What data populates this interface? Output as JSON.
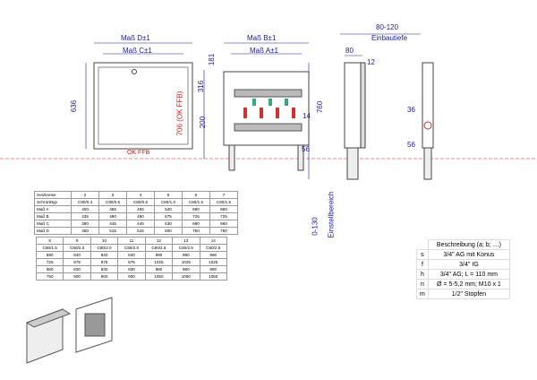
{
  "front_view": {
    "dim_d": "Maß D±1",
    "dim_c": "Maß C±1",
    "height": "636",
    "floor": "OK FFB"
  },
  "open_view": {
    "dim_b": "Maß B±1",
    "dim_a": "Maß A±1",
    "d181": "181",
    "d316": "316",
    "d200": "200",
    "d706": "706 (OK FFB)",
    "d760": "760",
    "d14": "14",
    "d56": "56",
    "adjust": "0-130",
    "adjust_label": "Einstellbereich"
  },
  "side_view": {
    "depth": "80-120",
    "depth_label": "Einbautiefe",
    "d80": "80",
    "d12": "12",
    "d36": "36",
    "d56": "56"
  },
  "table1": {
    "rows": [
      [
        "Heizkreise",
        "2",
        "3",
        "4",
        "5",
        "6",
        "7"
      ],
      [
        "Schranktyp",
        "C80/0.4",
        "C80/0.5",
        "C80/0.5",
        "C80/1.0",
        "C80/1.5",
        "C80/1.5"
      ],
      [
        "Maß A",
        "400",
        "455",
        "455",
        "540",
        "690",
        "690"
      ],
      [
        "Maß B",
        "435",
        "490",
        "490",
        "575",
        "725",
        "725"
      ],
      [
        "Maß C",
        "390",
        "445",
        "445",
        "530",
        "680",
        "680"
      ],
      [
        "Maß D",
        "460",
        "515",
        "515",
        "600",
        "750",
        "750"
      ]
    ]
  },
  "table2": {
    "rows": [
      [
        "8",
        "9",
        "10",
        "11",
        "12",
        "13",
        "14"
      ],
      [
        "C80/1.5",
        "C80/2.0",
        "C80/2.0",
        "C80/2.0",
        "C80/2.5",
        "C80/2.5",
        "C80/2.5"
      ],
      [
        "690",
        "840",
        "840",
        "840",
        "990",
        "990",
        "990"
      ],
      [
        "725",
        "875",
        "875",
        "875",
        "1025",
        "1025",
        "1025"
      ],
      [
        "680",
        "830",
        "830",
        "830",
        "980",
        "980",
        "980"
      ],
      [
        "750",
        "900",
        "900",
        "900",
        "1050",
        "1050",
        "1050"
      ]
    ]
  },
  "legend": {
    "header": "Beschreibung (a; b; …)",
    "rows": [
      [
        "s",
        "3/4\" AG mit Konus"
      ],
      [
        "f",
        "3/4\" IG"
      ],
      [
        "h",
        "3/4\" AG; L = 110 mm"
      ],
      [
        "n",
        "Ø = 5-5,2 mm; M10 x 1"
      ],
      [
        "m",
        "1/2\" Stopfen"
      ]
    ]
  }
}
